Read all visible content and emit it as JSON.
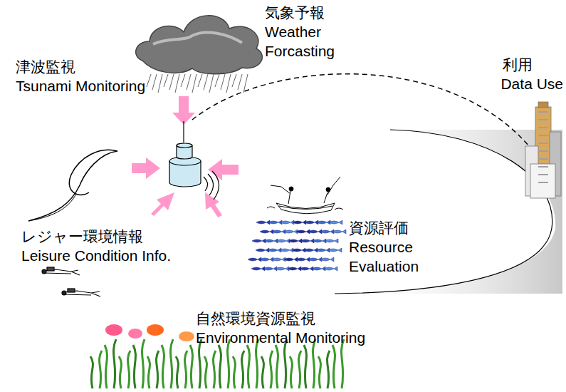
{
  "diagram": {
    "labels": [
      "津波監視",
      "Tsunami Monitoring",
      "気象予報",
      "Weather Forcasting",
      "利用",
      "Data Use",
      "資源評価",
      "Resource Evaluation",
      "レジャー環境情報",
      "Leisure Condition Info.",
      "自然環境資源監視",
      "Environmental Monitoring"
    ]
  }
}
